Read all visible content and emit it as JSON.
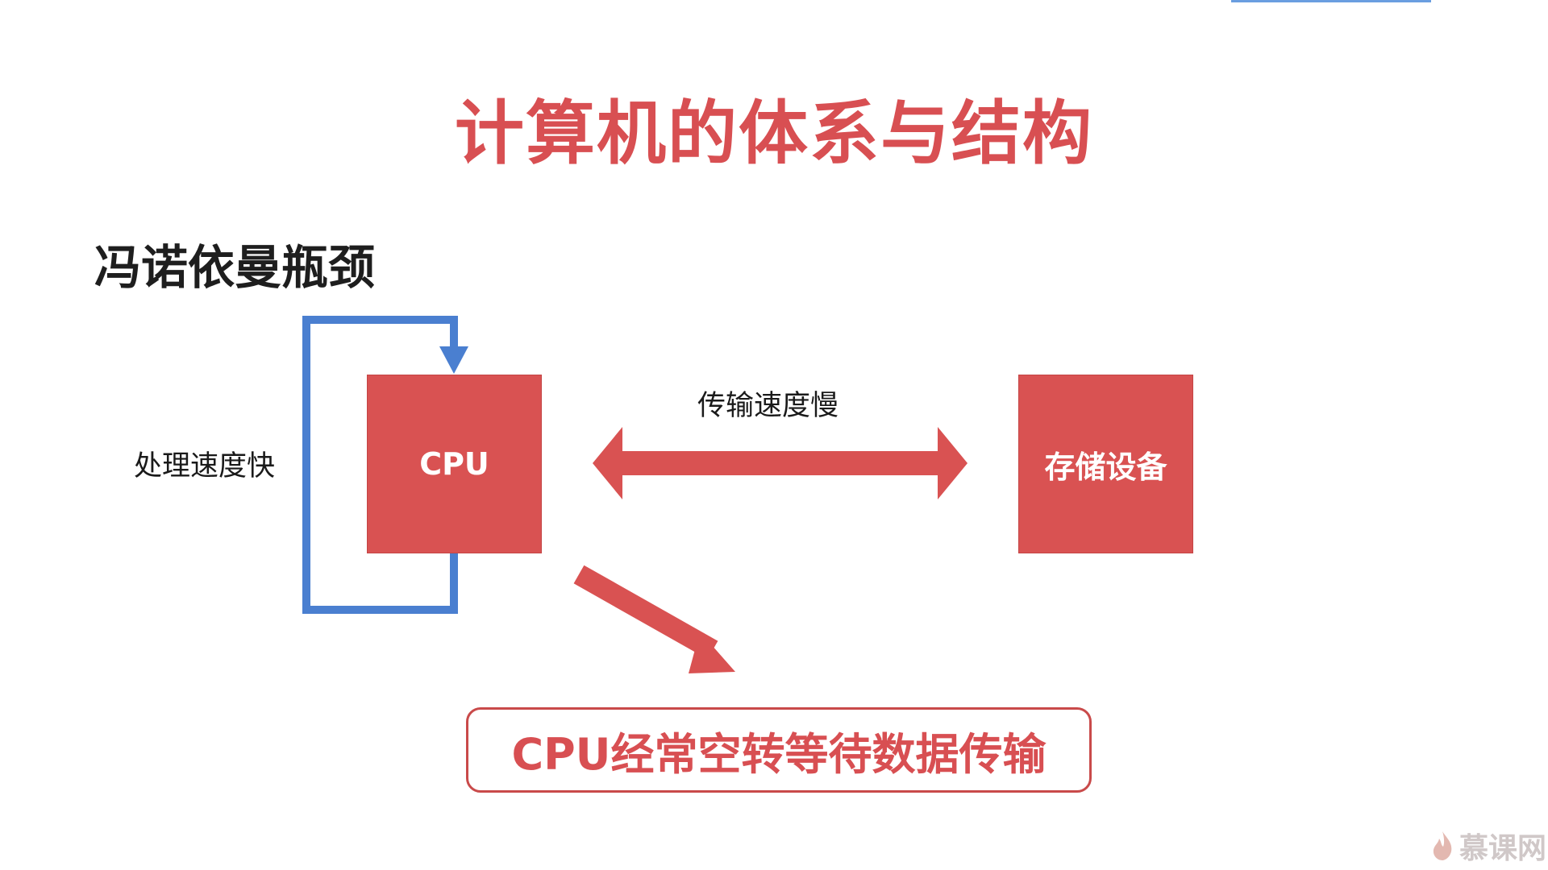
{
  "title": "计算机的体系与结构",
  "subtitle": "冯诺依曼瓶颈",
  "labels": {
    "processing_speed": "处理速度快",
    "transfer_speed": "传输速度慢"
  },
  "boxes": {
    "cpu": "CPU",
    "storage": "存储设备"
  },
  "conclusion": "CPU经常空转等待数据传输",
  "watermark": {
    "text": "慕课网",
    "icon": "flame-icon"
  },
  "colors": {
    "accent_red": "#d95252",
    "loop_blue": "#4a7fd0",
    "title_red": "#d84f52"
  }
}
